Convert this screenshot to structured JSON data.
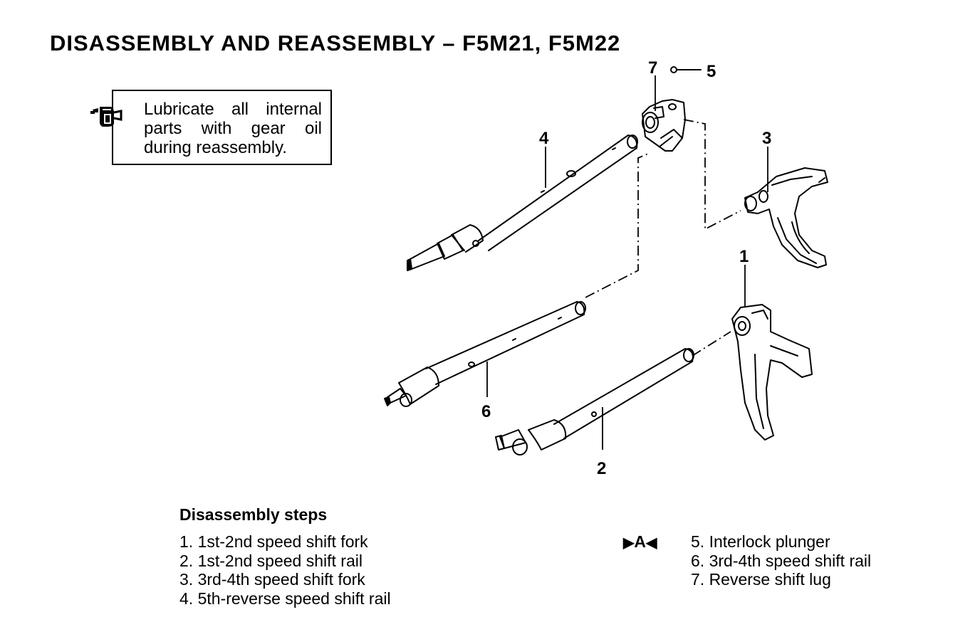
{
  "header": {
    "title": "DISASSEMBLY AND REASSEMBLY – F5M21, F5M22"
  },
  "note": {
    "icon": "oil-can-icon",
    "text": "Lubricate all internal parts with gear oil during reassembly."
  },
  "diagram": {
    "callouts": [
      "7",
      "5",
      "4",
      "3",
      "1",
      "6",
      "2"
    ]
  },
  "steps": {
    "title": "Disassembly steps",
    "left": [
      "1. 1st-2nd speed shift fork",
      "2. 1st-2nd speed shift rail",
      "3. 3rd-4th speed shift fork",
      "4. 5th-reverse speed shift rail"
    ],
    "right": [
      "5. Interlock plunger",
      "6. 3rd-4th speed shift rail",
      "7. Reverse shift lug"
    ],
    "service_mark": {
      "left_arrow": "▶",
      "letter": "A",
      "right_arrow": "◀"
    }
  }
}
